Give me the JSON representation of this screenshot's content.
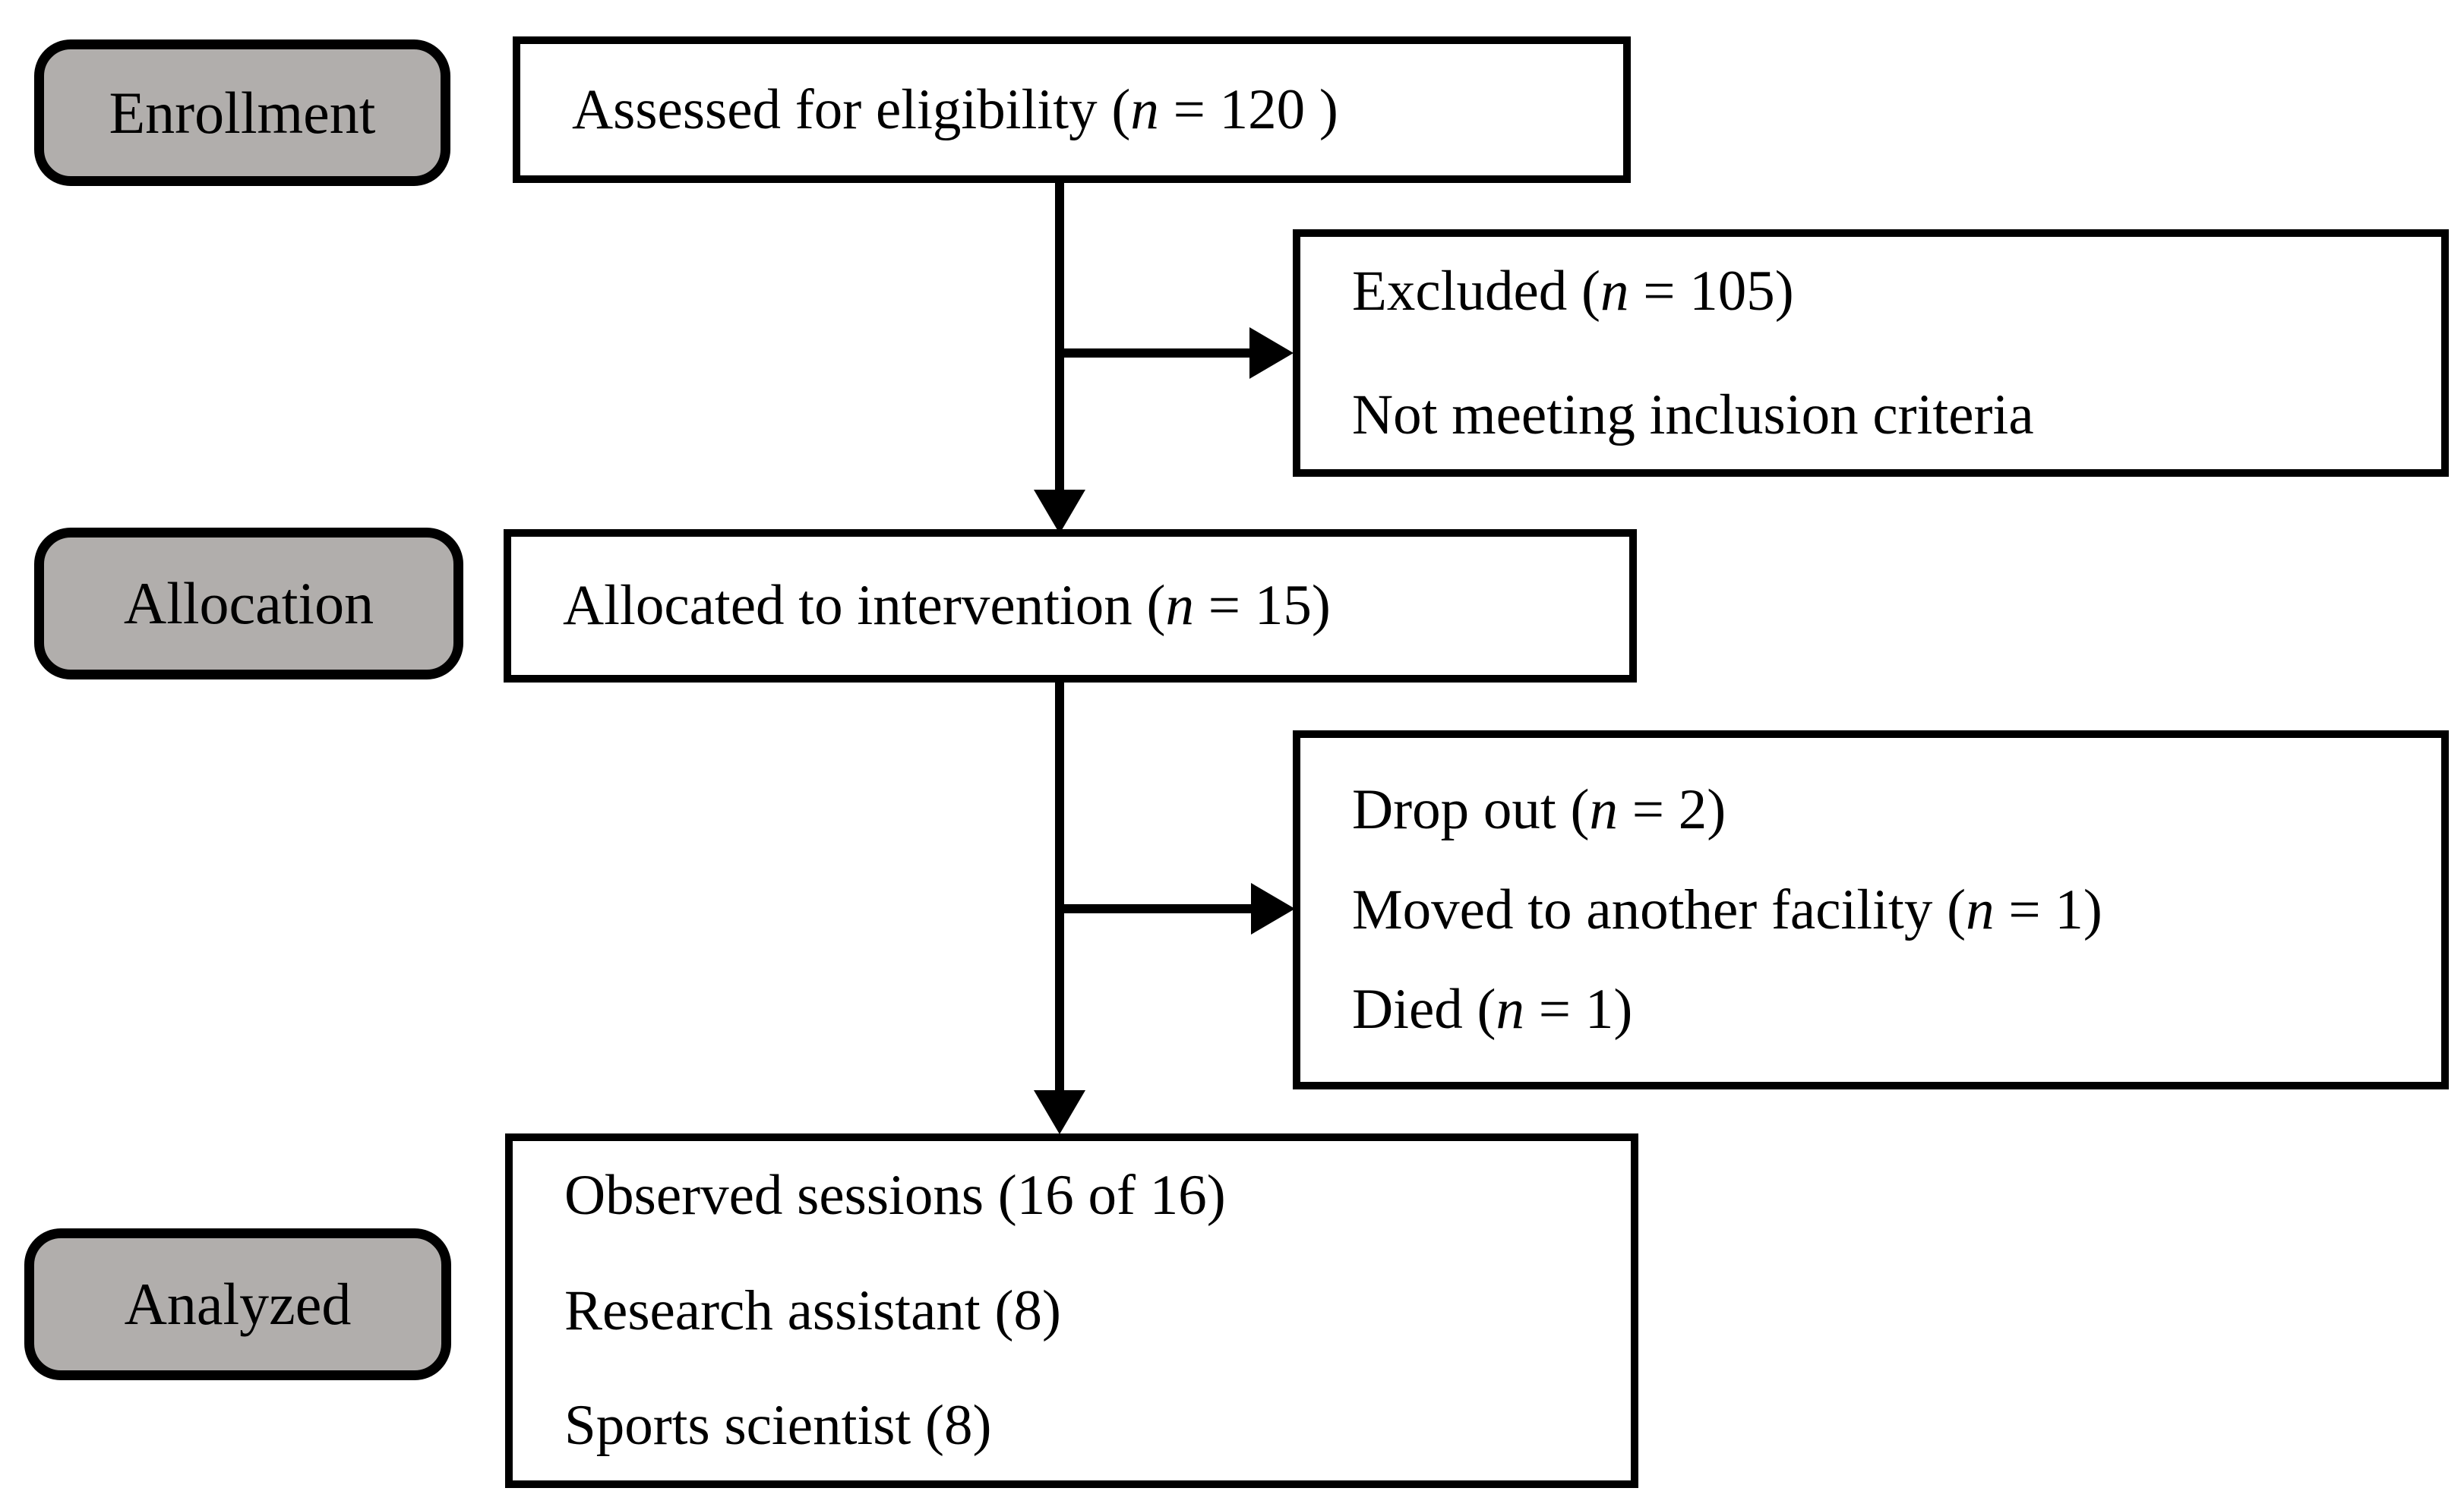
{
  "colors": {
    "page_bg": "#ffffff",
    "box_fill": "#ffffff",
    "stage_fill": "#b1aeac",
    "line": "#000000"
  },
  "stages": [
    {
      "label": "Enrollment"
    },
    {
      "label": "Allocation"
    },
    {
      "label": "Analyzed"
    }
  ],
  "boxes": {
    "assessed": {
      "lines": [
        "Assessed for eligibility (n = 120 )"
      ]
    },
    "excluded": {
      "lines": [
        "Excluded (n = 105)",
        "Not meeting inclusion criteria"
      ]
    },
    "allocated": {
      "lines": [
        "Allocated to intervention (n = 15)"
      ]
    },
    "dropout": {
      "lines": [
        "Drop out (n = 2)",
        "Moved to another facility (n = 1)",
        "Died (n = 1)"
      ]
    },
    "observed": {
      "lines": [
        "Observed sessions (16 of 16)",
        "Research assistant (8)",
        "Sports scientist (8)"
      ]
    }
  }
}
